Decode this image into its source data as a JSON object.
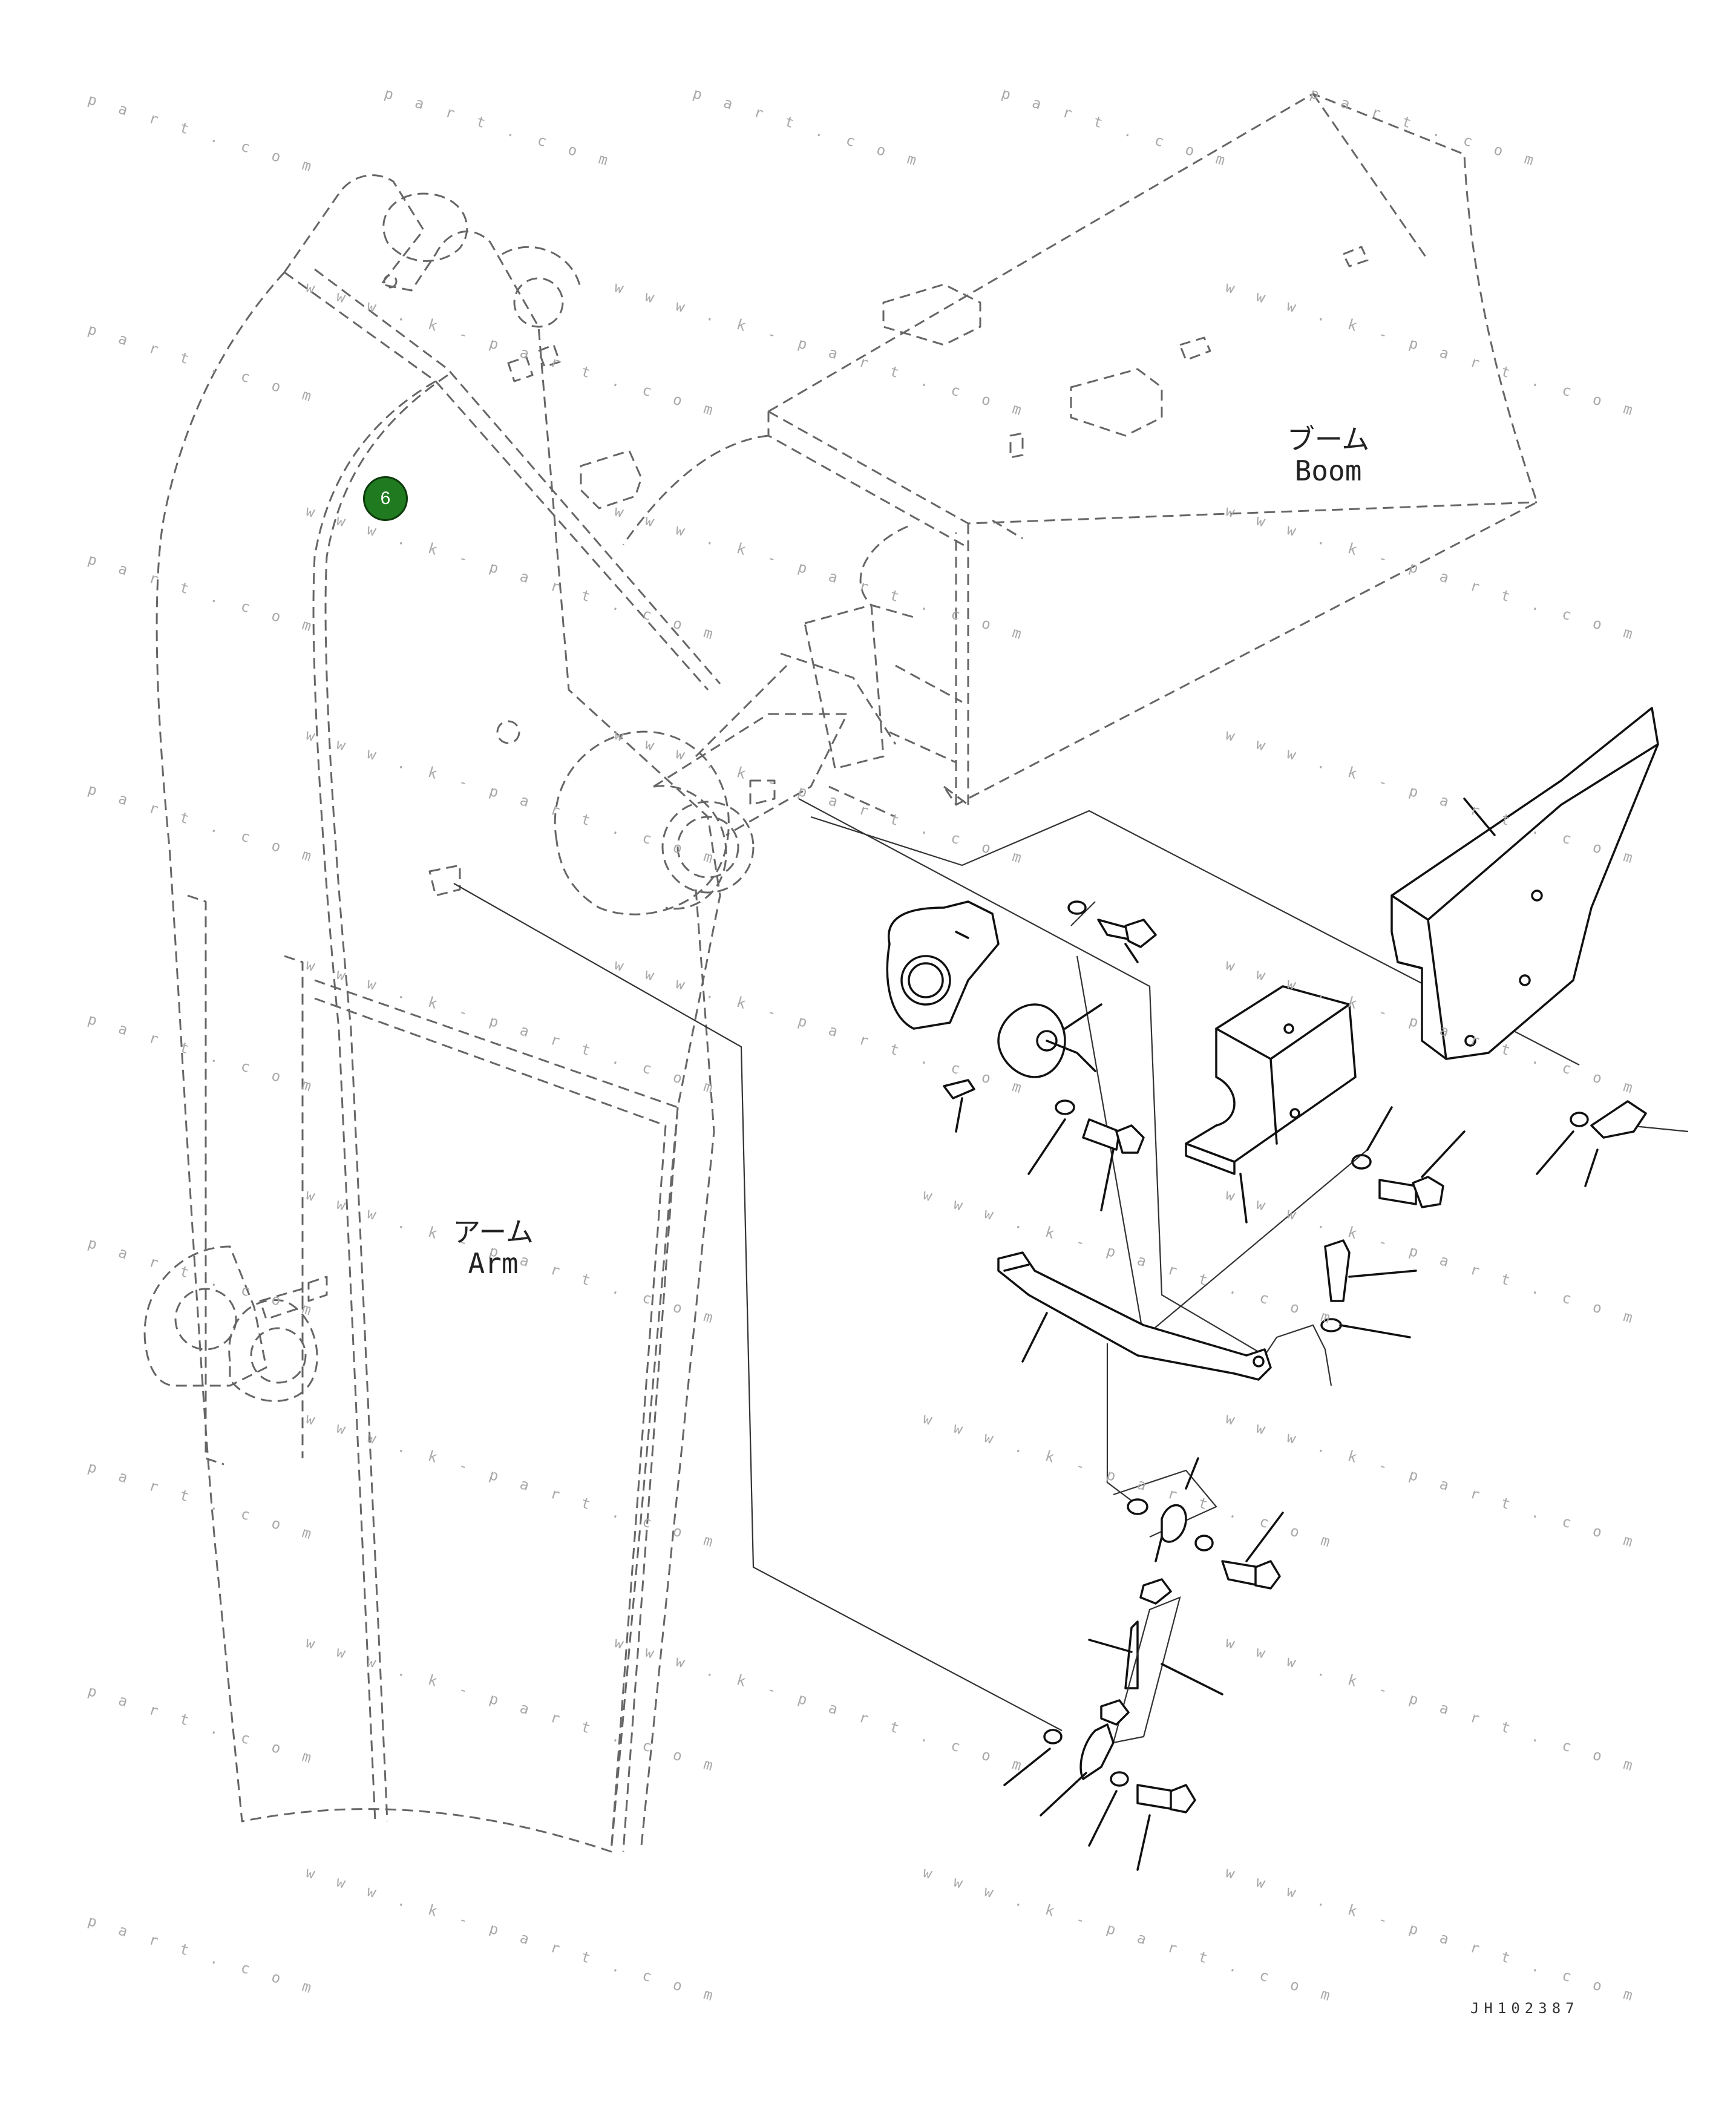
{
  "boom_label": {
    "jp": "ブーム",
    "en": "Boom"
  },
  "arm_label": {
    "jp": "アーム",
    "en": "Arm"
  },
  "callouts": [
    {
      "number": "6"
    }
  ],
  "watermarks": {
    "line1": "p a r t . c o m",
    "line2": "w w w . k - p a r t . c o m"
  },
  "drawing_id": "JH102387",
  "colors": {
    "callout": "#207a20",
    "line": "#111111",
    "hidden_line": "#666666",
    "watermark": "#a9a9a9"
  }
}
